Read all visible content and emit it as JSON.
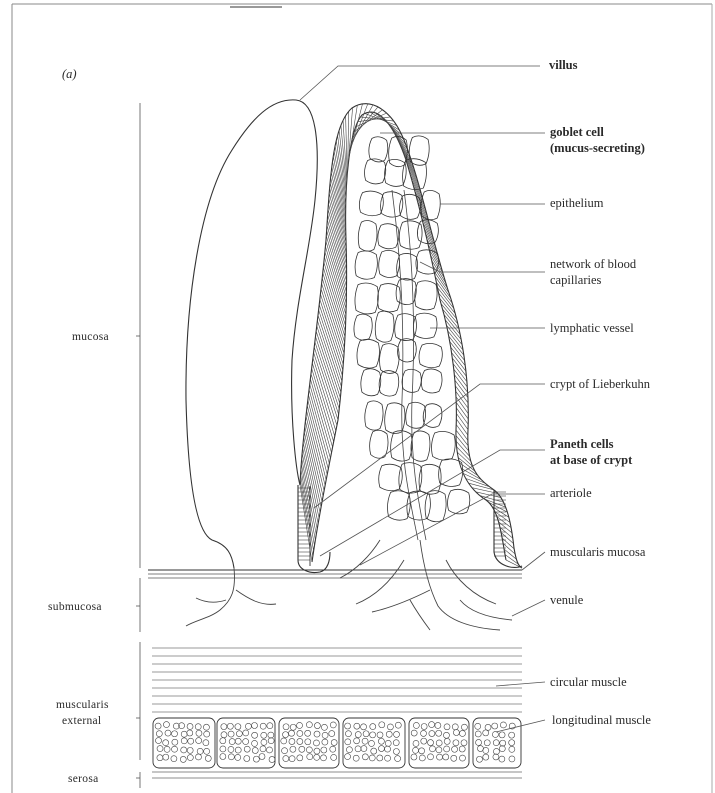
{
  "figure": {
    "panel_label": "(a)",
    "layers": {
      "mucosa": "mucosa",
      "submucosa": "submucosa",
      "muscularis_external_line1": "muscularis",
      "muscularis_external_line2": "external",
      "serosa": "serosa"
    },
    "labels": {
      "villus": "villus",
      "goblet_cell": "goblet cell",
      "goblet_cell_note": "(mucus-secreting)",
      "epithelium": "epithelium",
      "capillaries_line1": "network of blood",
      "capillaries_line2": "capillaries",
      "lymphatic_vessel": "lymphatic vessel",
      "crypt": "crypt of Lieberkuhn",
      "paneth_line1": "Paneth cells",
      "paneth_line2": "at base of crypt",
      "arteriole": "arteriole",
      "muscularis_mucosa": "muscularis mucosa",
      "venule": "venule",
      "circular_muscle": "circular muscle",
      "longitudinal_muscle": "longitudinal muscle"
    }
  }
}
